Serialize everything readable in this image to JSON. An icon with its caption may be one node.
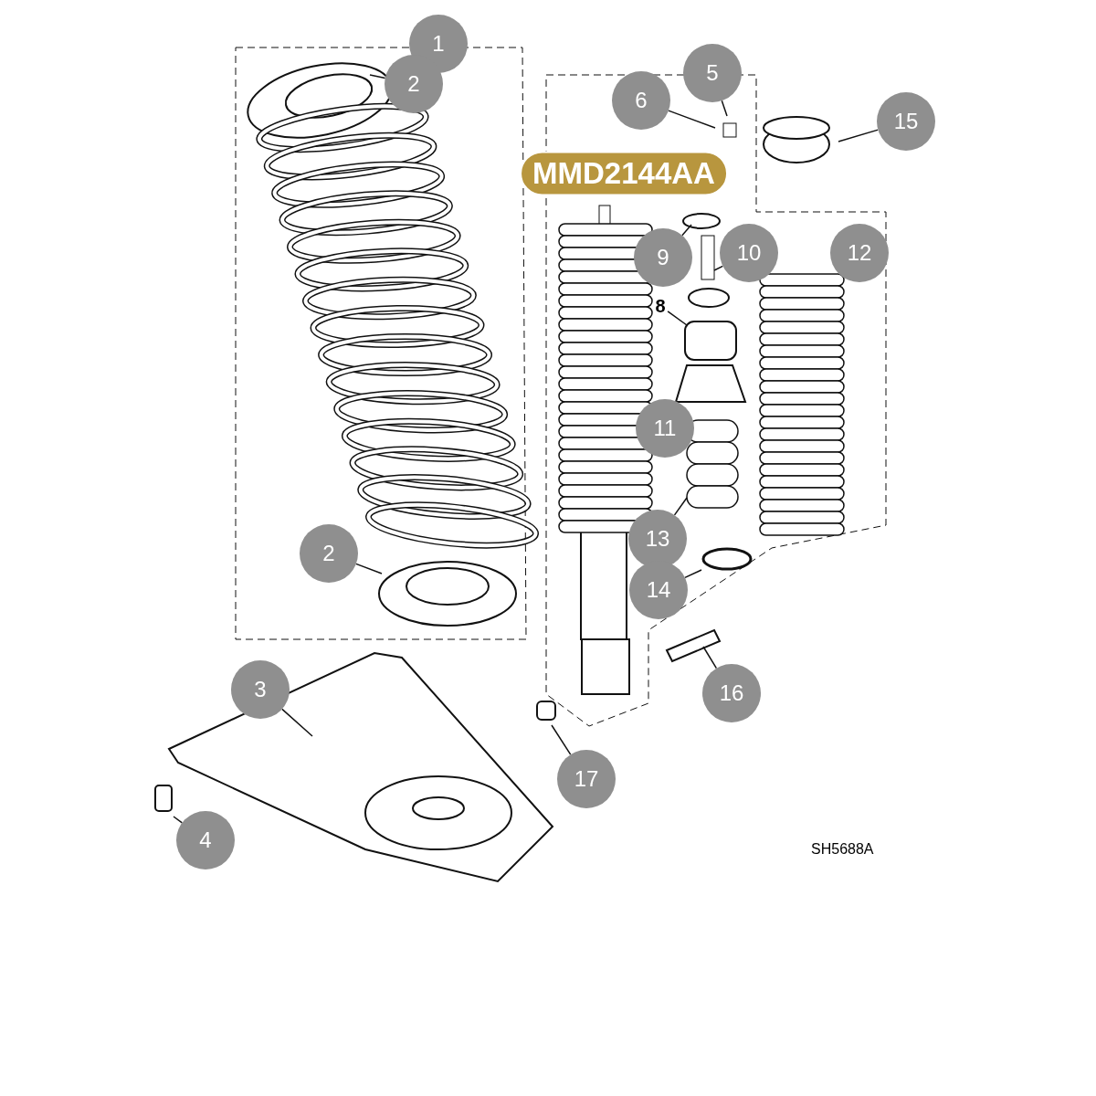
{
  "diagram": {
    "nodes": [
      {
        "text": [
          "1"
        ]
      },
      {
        "text": [
          "5"
        ]
      },
      {
        "text": [
          "2"
        ]
      },
      {
        "text": [
          "6"
        ]
      },
      {
        "text": [
          "15"
        ]
      },
      {
        "text": [
          "MMD2144AA"
        ]
      },
      {
        "text": [
          "10"
        ]
      },
      {
        "text": [
          "12"
        ]
      },
      {
        "text": [
          "9"
        ]
      },
      {
        "text": [
          "8"
        ]
      },
      {
        "text": [
          "11"
        ]
      },
      {
        "text": [
          "13"
        ]
      },
      {
        "text": [
          "2"
        ]
      },
      {
        "text": [
          "14"
        ]
      },
      {
        "text": [
          "3"
        ]
      },
      {
        "text": [
          "16"
        ]
      },
      {
        "text": [
          "17"
        ]
      },
      {
        "text": [
          "4"
        ]
      }
    ],
    "edges": [
      {
        "from": 2,
        "to": null,
        "arrow": "none"
      },
      {
        "from": 1,
        "to": null,
        "arrow": "none"
      },
      {
        "from": 3,
        "to": null,
        "arrow": "none"
      },
      {
        "from": 4,
        "to": null,
        "arrow": "none"
      },
      {
        "from": 8,
        "to": null,
        "arrow": "none"
      },
      {
        "from": 6,
        "to": null,
        "arrow": "none"
      },
      {
        "from": 9,
        "to": null,
        "arrow": "none"
      },
      {
        "from": 11,
        "to": null,
        "arrow": "none"
      },
      {
        "from": 12,
        "to": null,
        "arrow": "none"
      },
      {
        "from": 13,
        "to": null,
        "arrow": "none"
      },
      {
        "from": 14,
        "to": null,
        "arrow": "none"
      },
      {
        "from": 15,
        "to": null,
        "arrow": "none"
      },
      {
        "from": 16,
        "to": null,
        "arrow": "none"
      },
      {
        "from": 17,
        "to": null,
        "arrow": "none"
      }
    ],
    "labels": [
      "SH5688A"
    ]
  }
}
